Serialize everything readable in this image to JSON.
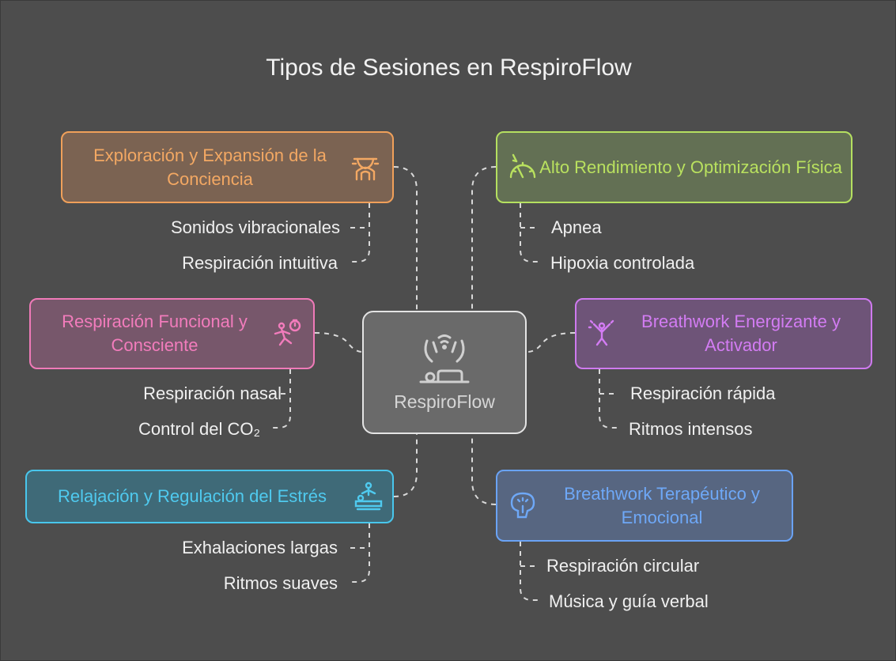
{
  "title": "Tipos de Sesiones en RespiroFlow",
  "center": {
    "label": "RespiroFlow",
    "icon": "breathing-person-icon"
  },
  "branches": [
    {
      "id": "exploracion",
      "label": "Exploración y Expansión de la Conciencia",
      "color": "#f0a05a",
      "icon": "meditation-head-icon",
      "items": [
        "Sonidos vibracionales",
        "Respiración intuitiva"
      ]
    },
    {
      "id": "alto-rendimiento",
      "label": "Alto Rendimiento y Optimización Física",
      "color": "#b5e060",
      "icon": "speed-gauge-icon",
      "items": [
        "Apnea",
        "Hipoxia controlada"
      ]
    },
    {
      "id": "funcional",
      "label": "Respiración Funcional y Consciente",
      "color": "#ef7ab8",
      "icon": "running-timer-icon",
      "items": [
        "Respiración nasal",
        "Control del CO₂"
      ]
    },
    {
      "id": "energizante",
      "label": "Breathwork Energizante y Activador",
      "color": "#cf7aef",
      "icon": "jumping-person-icon",
      "items": [
        "Respiración rápida",
        "Ritmos intensos"
      ]
    },
    {
      "id": "relajacion",
      "label": "Relajación y Regulación del Estrés",
      "color": "#49c6ec",
      "icon": "massage-person-icon",
      "items": [
        "Exhalaciones largas",
        "Ritmos suaves"
      ]
    },
    {
      "id": "terapeutico",
      "label": "Breathwork Terapéutico y Emocional",
      "color": "#6aa3f5",
      "icon": "thought-head-icon",
      "items": [
        "Respiración circular",
        "Música y guía verbal"
      ]
    }
  ]
}
